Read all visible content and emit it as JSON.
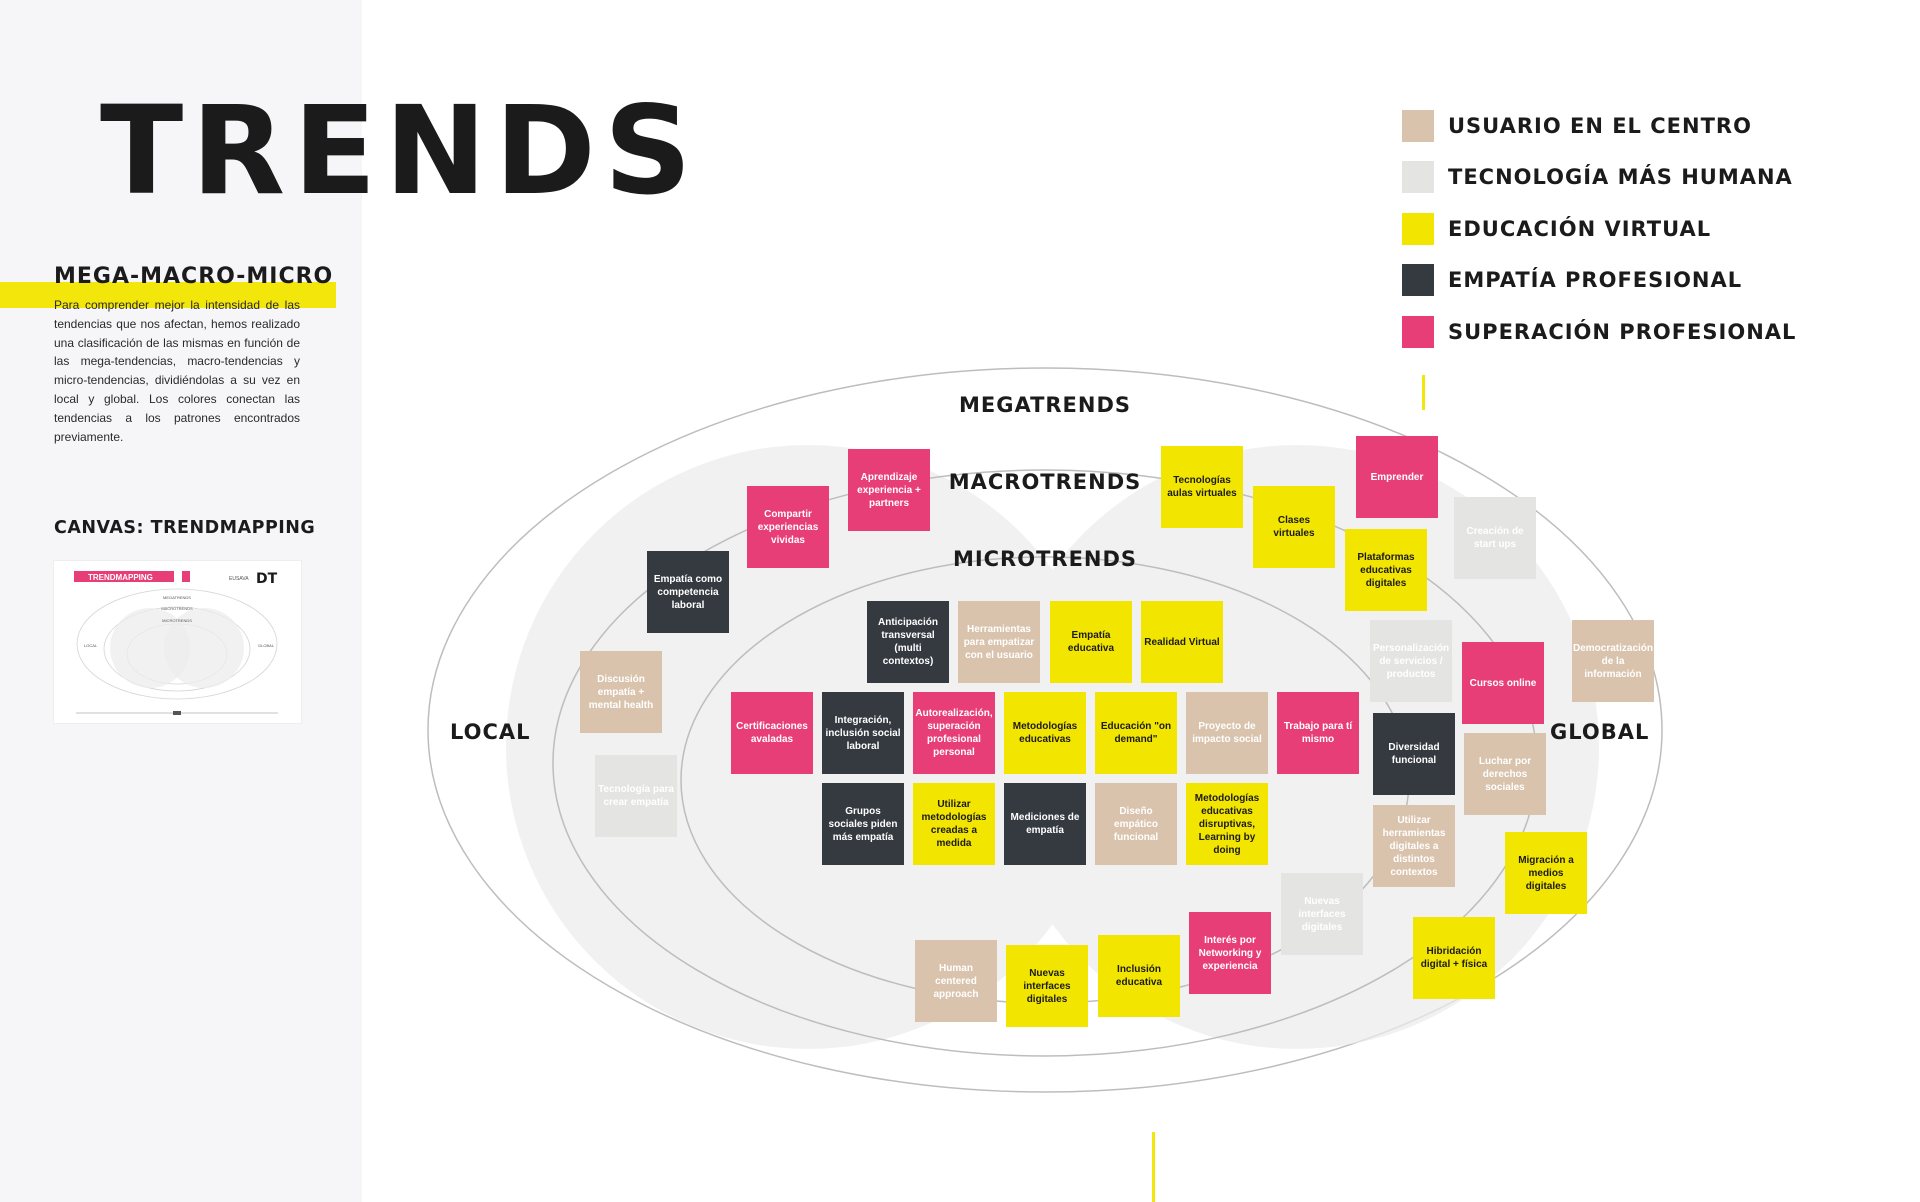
{
  "title": "TRENDS",
  "sidebar": {
    "subtitle": "MEGA-MACRO-MICRO",
    "paragraph": "Para comprender mejor la intensidad de las tendencias que nos afectan, hemos realizado una clasificación de las mismas en función de las mega-tendencias, macro-tendencias y micro-tendencias, dividiéndolas a su vez en local y global. Los colores conectan las tendencias a los patrones encontrados previamente.",
    "canvas_label": "CANVAS: TRENDMAPPING",
    "thumbnail": {
      "header": "TRENDMAPPING",
      "brand": "DT",
      "brand_small": "EUSAVA",
      "rings": [
        "MEGATRENDS",
        "MACROTRENDS",
        "MICROTRENDS"
      ],
      "left": "LOCAL",
      "right": "GLOBAL"
    }
  },
  "colors": {
    "usuario": "#d9c3ad",
    "tecnologia": "#e4e4e2",
    "educacion": "#f2e500",
    "empatia": "#343a40",
    "superacion": "#e83e78",
    "accent": "#f3e60a"
  },
  "legend": [
    {
      "label": "USUARIO EN EL CENTRO",
      "color": "#d9c3ad"
    },
    {
      "label": "TECNOLOGÍA MÁS HUMANA",
      "color": "#e4e4e2"
    },
    {
      "label": "EDUCACIÓN VIRTUAL",
      "color": "#f2e500"
    },
    {
      "label": "EMPATÍA PROFESIONAL",
      "color": "#343a40"
    },
    {
      "label": "SUPERACIÓN PROFESIONAL",
      "color": "#e83e78"
    }
  ],
  "diagram": {
    "megatrends": "MEGATRENDS",
    "macrotrends": "MACROTRENDS",
    "microtrends": "MICROTRENDS",
    "local": "LOCAL",
    "global": "GLOBAL"
  },
  "notes": [
    {
      "text": "Aprendizaje experiencia + partners",
      "category": "superacion"
    },
    {
      "text": "Compartir experiencias vividas",
      "category": "superacion"
    },
    {
      "text": "Empatía como competencia laboral",
      "category": "empatia"
    },
    {
      "text": "Discusión empatía + mental health",
      "category": "usuario"
    },
    {
      "text": "Tecnología para crear empatía",
      "category": "tecnologia"
    },
    {
      "text": "Tecnologías aulas virtuales",
      "category": "educacion"
    },
    {
      "text": "Clases virtuales",
      "category": "educacion"
    },
    {
      "text": "Emprender",
      "category": "superacion"
    },
    {
      "text": "Plataformas educativas digitales",
      "category": "educacion"
    },
    {
      "text": "Creación de start ups",
      "category": "tecnologia"
    },
    {
      "text": "Personalización de servicios / productos",
      "category": "tecnologia"
    },
    {
      "text": "Cursos online",
      "category": "superacion"
    },
    {
      "text": "Democratización de la información",
      "category": "usuario"
    },
    {
      "text": "Diversidad funcional",
      "category": "empatia"
    },
    {
      "text": "Luchar por derechos sociales",
      "category": "usuario"
    },
    {
      "text": "Utilizar herramientas digitales a distintos contextos",
      "category": "usuario"
    },
    {
      "text": "Migración a medios digitales",
      "category": "educacion"
    },
    {
      "text": "Nuevas interfaces digitales",
      "category": "tecnologia"
    },
    {
      "text": "Hibridación digital + física",
      "category": "educacion"
    },
    {
      "text": "Anticipación transversal (multi contextos)",
      "category": "empatia"
    },
    {
      "text": "Herramientas para empatizar con el usuario",
      "category": "usuario"
    },
    {
      "text": "Empatía educativa",
      "category": "educacion"
    },
    {
      "text": "Realidad Virtual",
      "category": "educacion"
    },
    {
      "text": "Certificaciones avaladas",
      "category": "superacion"
    },
    {
      "text": "Integración, inclusión social laboral",
      "category": "empatia"
    },
    {
      "text": "Autorealización, superación profesional personal",
      "category": "superacion"
    },
    {
      "text": "Metodologías educativas",
      "category": "educacion"
    },
    {
      "text": "Educación \"on demand\"",
      "category": "educacion"
    },
    {
      "text": "Proyecto de impacto social",
      "category": "usuario"
    },
    {
      "text": "Trabajo para tí mismo",
      "category": "superacion"
    },
    {
      "text": "Grupos sociales piden más empatía",
      "category": "empatia"
    },
    {
      "text": "Utilizar metodologías creadas a medida",
      "category": "educacion"
    },
    {
      "text": "Mediciones de empatía",
      "category": "empatia"
    },
    {
      "text": "Diseño empático funcional",
      "category": "usuario"
    },
    {
      "text": "Metodologías educativas disruptivas, Learning by doing",
      "category": "educacion"
    },
    {
      "text": "Human centered approach",
      "category": "usuario"
    },
    {
      "text": "Nuevas interfaces digitales",
      "category": "educacion"
    },
    {
      "text": "Inclusión educativa",
      "category": "educacion"
    },
    {
      "text": "Interés por Networking y experiencia",
      "category": "superacion"
    }
  ]
}
